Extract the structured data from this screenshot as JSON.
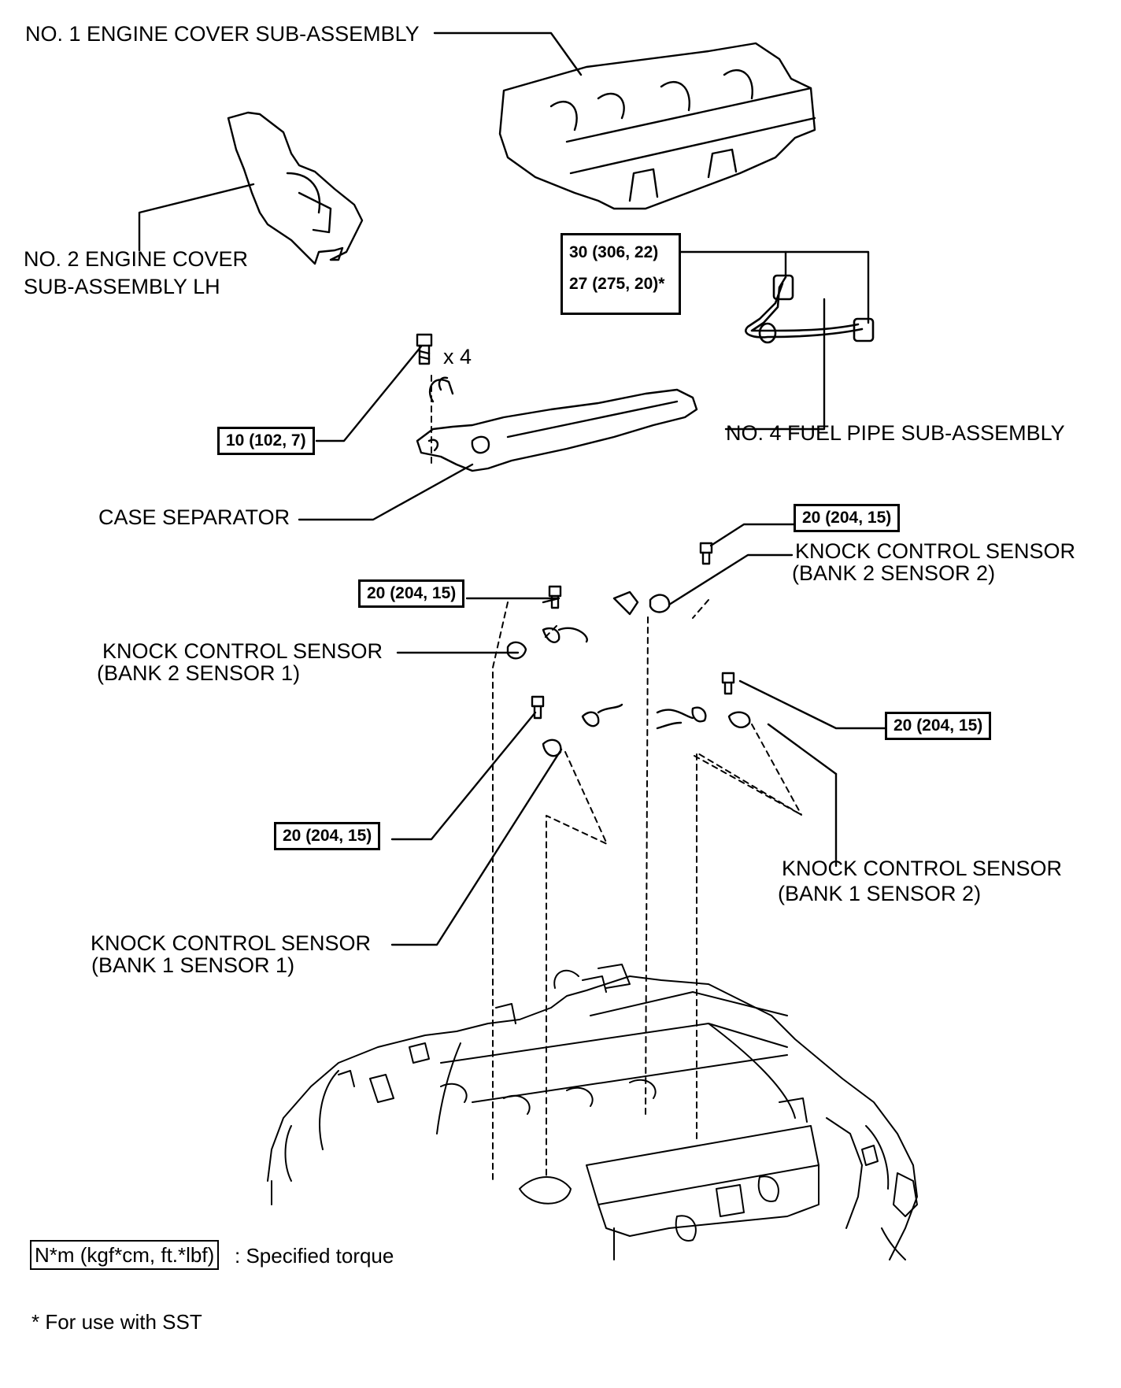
{
  "labels": {
    "no1_cover": "NO. 1 ENGINE COVER SUB-ASSEMBLY",
    "no2_cover_line1": "NO. 2 ENGINE COVER",
    "no2_cover_line2": "SUB-ASSEMBLY LH",
    "fuel_pipe": "NO. 4 FUEL PIPE SUB-ASSEMBLY",
    "case_separator": "CASE SEPARATOR",
    "bolt_qty": "x 4",
    "ks_b2s2_line1": "KNOCK CONTROL SENSOR",
    "ks_b2s2_line2": "(BANK 2 SENSOR 2)",
    "ks_b2s1_line1": "KNOCK CONTROL SENSOR",
    "ks_b2s1_line2": "(BANK 2 SENSOR 1)",
    "ks_b1s2_line1": "KNOCK CONTROL SENSOR",
    "ks_b1s2_line2": "(BANK 1 SENSOR 2)",
    "ks_b1s1_line1": "KNOCK CONTROL SENSOR",
    "ks_b1s1_line2": "(BANK 1 SENSOR 1)"
  },
  "torques": {
    "fuel_pipe_a": "30 (306, 22)",
    "fuel_pipe_b": "27 (275, 20)*",
    "case_separator_bolt": "10 (102, 7)",
    "ks_b2s2": "20 (204, 15)",
    "ks_b2s1": "20 (204, 15)",
    "ks_b1s2": "20 (204, 15)",
    "ks_b1s1": "20 (204, 15)"
  },
  "legend": {
    "box_text": "N*m (kgf*cm, ft.*lbf)",
    "desc": ": Specified torque",
    "footnote": "* For use with SST"
  }
}
